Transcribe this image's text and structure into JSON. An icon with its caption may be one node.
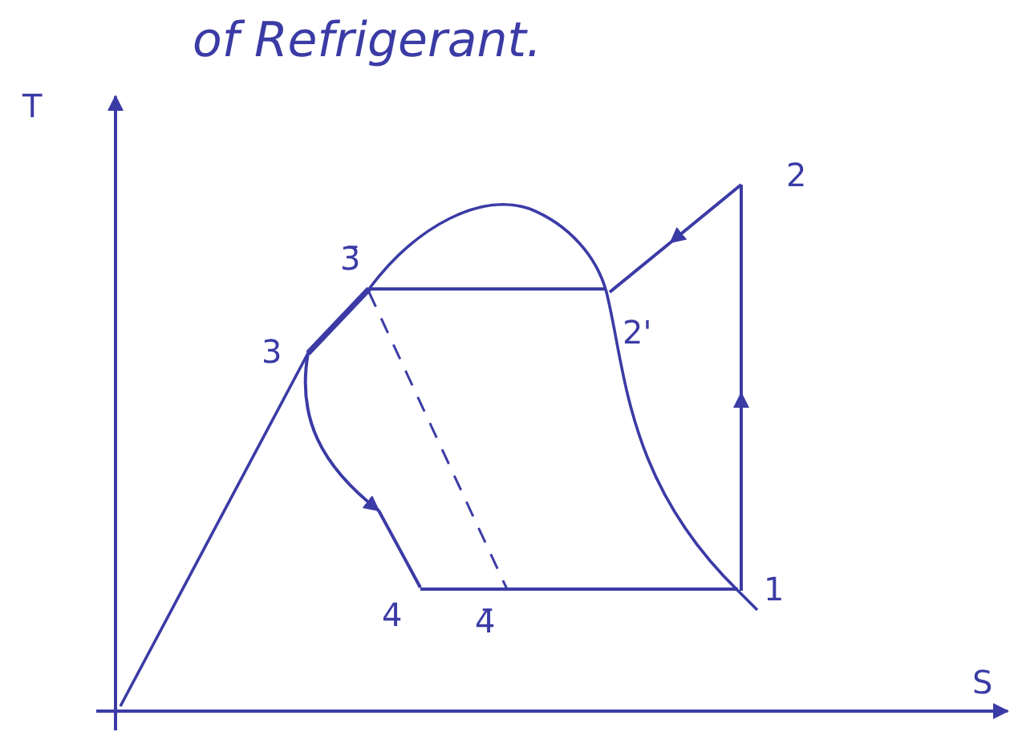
{
  "diagram": {
    "title": "of Refrigerant.",
    "labels": [
      "T",
      "2",
      "3̄",
      "2'",
      "3",
      "1",
      "4",
      "4̄",
      "S"
    ]
  }
}
